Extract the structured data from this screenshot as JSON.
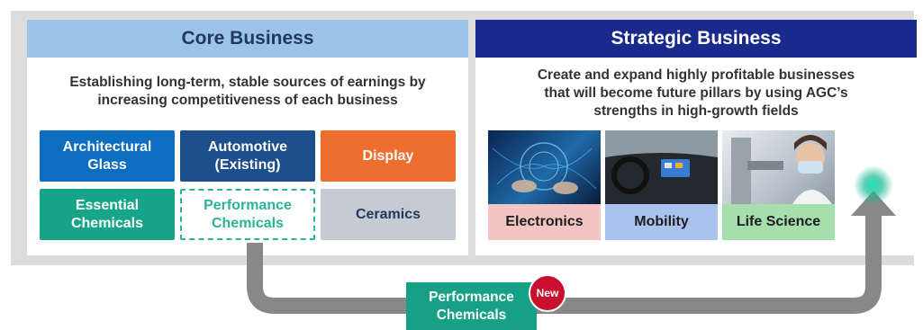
{
  "core": {
    "title": "Core Business",
    "description_line1": "Establishing long-term, stable sources of earnings by",
    "description_line2": "increasing competitiveness of each business",
    "tiles": [
      {
        "line1": "Architectural",
        "line2": "Glass",
        "color": "#0d6ebf"
      },
      {
        "line1": "Automotive",
        "line2": "(Existing)",
        "color": "#1c4f8c"
      },
      {
        "line1": "Display",
        "line2": "",
        "color": "#ed6e2e"
      },
      {
        "line1": "Essential",
        "line2": "Chemicals",
        "color": "#17a589"
      },
      {
        "line1": "Performance",
        "line2": "Chemicals",
        "color": "#2ab39a"
      },
      {
        "line1": "Ceramics",
        "line2": "",
        "color": "#c6cad4"
      }
    ]
  },
  "strategic": {
    "title": "Strategic Business",
    "description_line1": "Create and expand highly profitable businesses",
    "description_line2": "that will become future pillars by using AGC’s",
    "description_line3": "strengths in high-growth fields",
    "fields": [
      {
        "label": "Electronics",
        "color": "#f2c4c4"
      },
      {
        "label": "Mobility",
        "color": "#a9c3ee"
      },
      {
        "label": "Life Science",
        "color": "#a5dfac"
      }
    ]
  },
  "transition": {
    "line1": "Performance",
    "line2": "Chemicals",
    "badge": "New"
  }
}
